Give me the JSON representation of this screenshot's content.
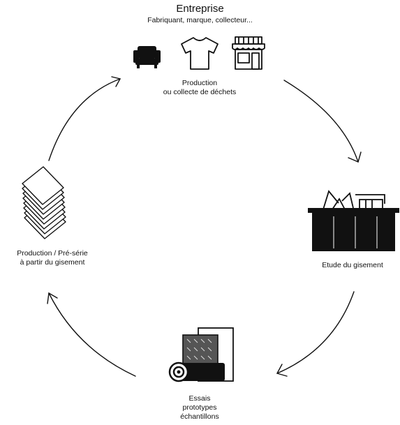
{
  "header": {
    "title": "Entreprise",
    "subtitle": "Fabriquant, marque, collecteur..."
  },
  "steps": [
    {
      "lines": [
        "Production",
        "ou collecte de déchets"
      ]
    },
    {
      "lines": [
        "Etude du gisement"
      ]
    },
    {
      "lines": [
        "Essais",
        "prototypes",
        "échantillons"
      ]
    },
    {
      "lines": [
        "Production / Pré-série",
        "à partir du gisement"
      ]
    }
  ],
  "icons": {
    "top": [
      "sofa-icon",
      "tshirt-icon",
      "storefront-icon"
    ],
    "right": "waste-container-icon",
    "bottom": "material-samples-icon",
    "left": "stacked-sheets-icon"
  },
  "colors": {
    "ink": "#111111",
    "background": "#ffffff"
  }
}
